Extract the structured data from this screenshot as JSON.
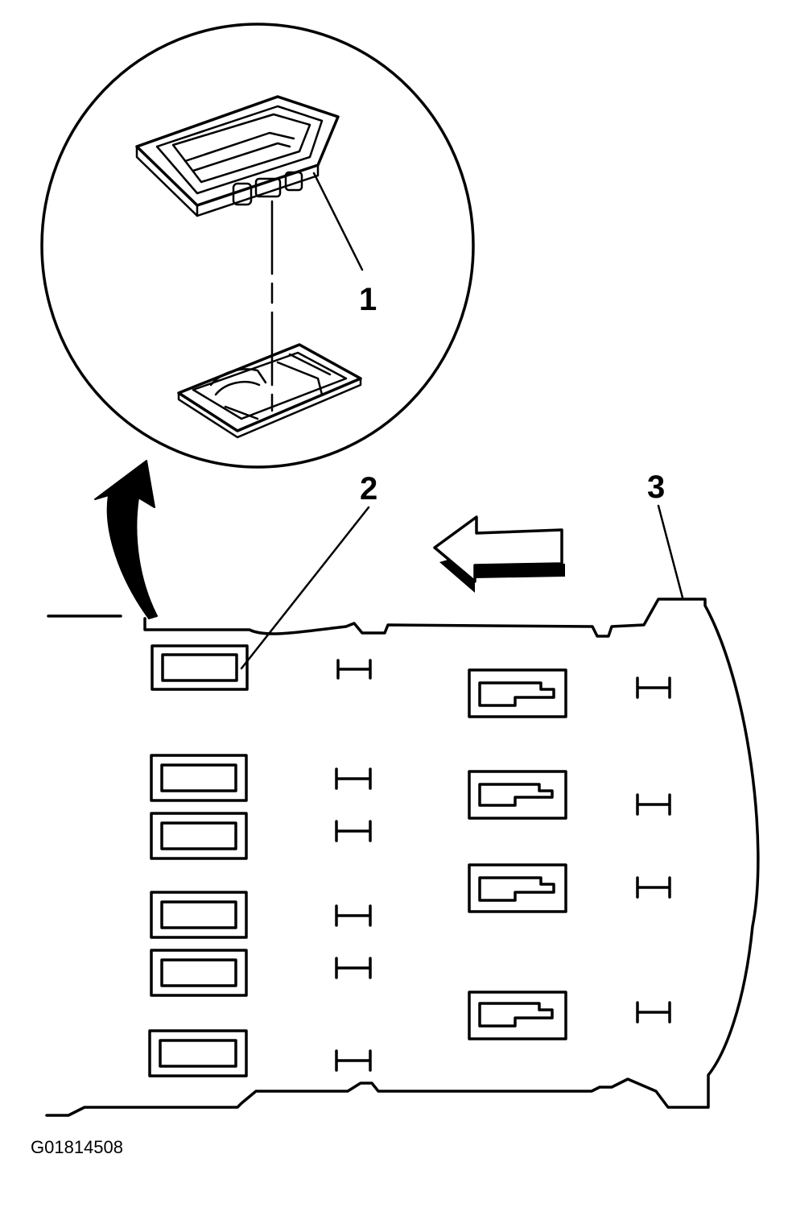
{
  "callouts": {
    "c1": "1",
    "c2": "2",
    "c3": "3"
  },
  "figure_id": "G01814508",
  "icons": {
    "detail_magnifier": "circle-detail-view",
    "curved_arrow": "curved-arrow-up-icon",
    "direction_arrow": "arrow-left-icon"
  }
}
